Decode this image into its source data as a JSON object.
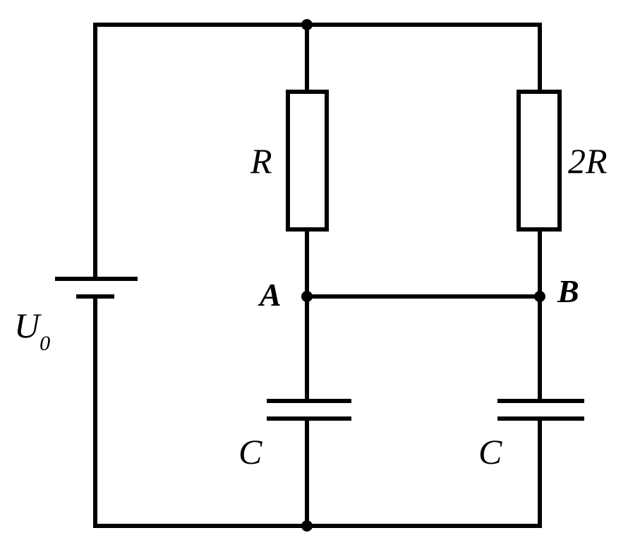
{
  "labels": {
    "source": "U",
    "source_sub": "0",
    "resistor_1": "R",
    "resistor_2": "2R",
    "node_a": "A",
    "node_b": "B",
    "capacitor_1": "C",
    "capacitor_2": "C"
  }
}
